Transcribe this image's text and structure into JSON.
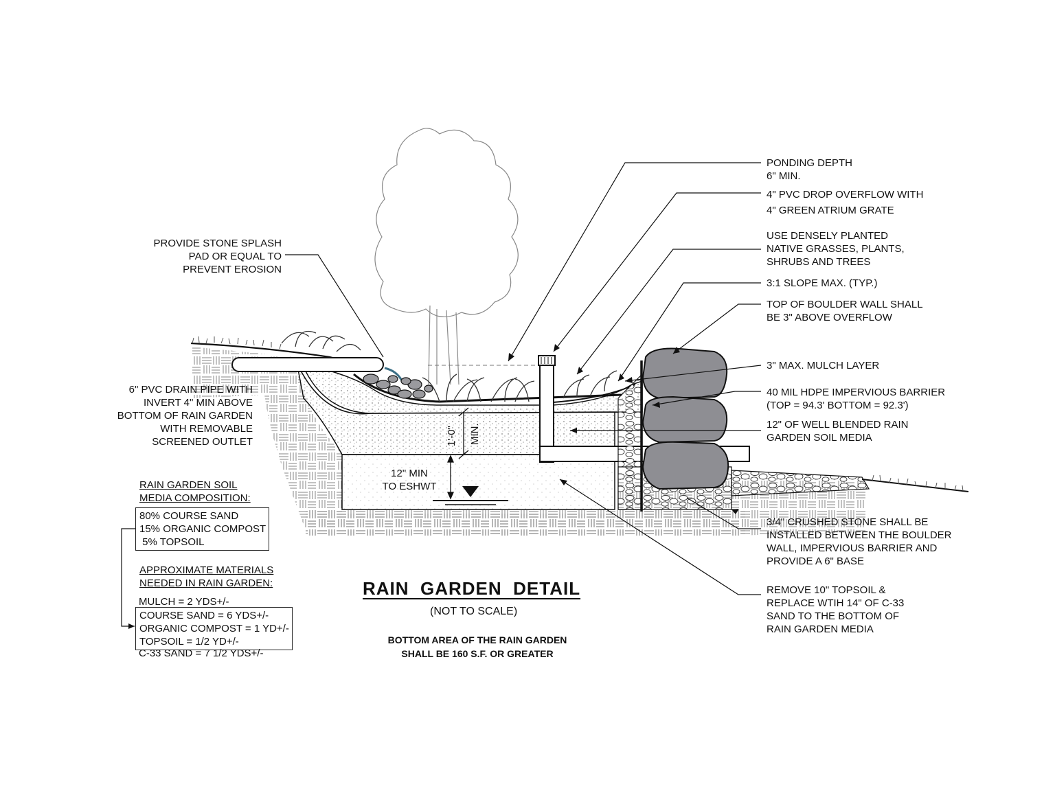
{
  "title": "RAIN  GARDEN  DETAIL",
  "subtitle": "(NOT TO SCALE)",
  "bottom_note": [
    "BOTTOM AREA OF THE RAIN GARDEN",
    "SHALL BE 160 S.F. OR GREATER"
  ],
  "callouts_left": {
    "splash_pad": [
      "PROVIDE STONE SPLASH",
      "PAD OR EQUAL TO",
      "PREVENT EROSION"
    ],
    "drain_pipe": [
      "6\" PVC DRAIN PIPE WITH",
      "INVERT  4\" MIN ABOVE",
      "BOTTOM OF RAIN GARDEN",
      "WITH  REMOVABLE",
      "SCREENED OUTLET"
    ]
  },
  "callouts_right": {
    "ponding": [
      "PONDING DEPTH",
      "6\" MIN."
    ],
    "overflow": [
      "4\" PVC DROP OVERFLOW WITH",
      "4\" GREEN ATRIUM GRATE"
    ],
    "plants": [
      "USE DENSELY PLANTED",
      "NATIVE GRASSES, PLANTS,",
      "SHRUBS AND TREES"
    ],
    "slope": [
      "3:1 SLOPE MAX. (TYP.)"
    ],
    "boulder_wall": [
      "TOP OF BOULDER WALL SHALL",
      "BE 3\" ABOVE OVERFLOW"
    ],
    "mulch": [
      "3\" MAX. MULCH LAYER"
    ],
    "barrier": [
      "40 MIL HDPE IMPERVIOUS BARRIER",
      "(TOP = 94.3'  BOTTOM = 92.3')"
    ],
    "soil_media": [
      "12\" OF WELL BLENDED RAIN",
      "GARDEN SOIL MEDIA"
    ],
    "crushed_stone": [
      "3/4\" CRUSHED STONE SHALL BE",
      "INSTALLED BETWEEN THE BOULDER",
      "WALL, IMPERVIOUS BARRIER AND",
      "PROVIDE A 6\" BASE"
    ],
    "topsoil": [
      "REMOVE 10\" TOPSOIL &",
      "REPLACE WTIH 14\" OF C-33",
      "SAND TO THE BOTTOM OF",
      "RAIN GARDEN MEDIA"
    ]
  },
  "dimensions": {
    "media_depth": "1'-0\"",
    "media_min": "MIN.",
    "eshwt": [
      "12\" MIN",
      "TO ESHWT"
    ]
  },
  "composition": {
    "heading": [
      "RAIN GARDEN SOIL",
      "MEDIA COMPOSITION:"
    ],
    "items": [
      "80% COURSE SAND",
      "15% ORGANIC COMPOST",
      " 5% TOPSOIL"
    ]
  },
  "materials": {
    "heading": [
      "APPROXIMATE MATERIALS",
      "NEEDED IN RAIN GARDEN:"
    ],
    "mulch": "MULCH = 2 YDS+/-",
    "boxed_items": [
      "COURSE SAND = 6 YDS+/-",
      "ORGANIC COMPOST = 1 YD+/-",
      "TOPSOIL = 1/2 YD+/-"
    ],
    "c33": "C-33 SAND = 7 1/2 YDS+/-"
  },
  "colors": {
    "ink": "#111111",
    "boulder": "#8e8e93",
    "pipe_fill": "#ffffff",
    "splash_accent": "#3b6f86"
  }
}
